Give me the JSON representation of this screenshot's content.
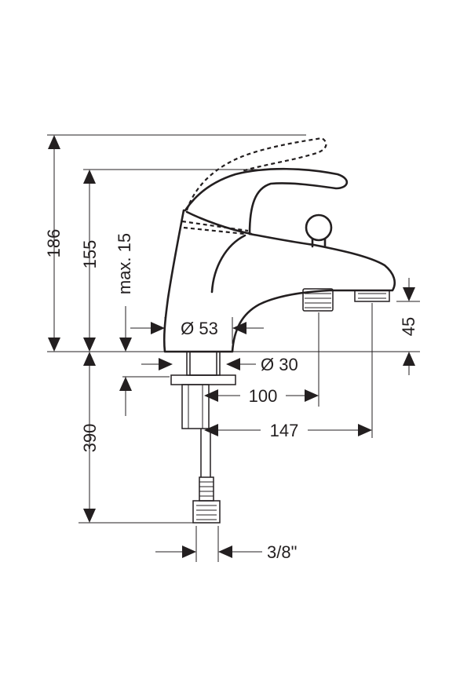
{
  "dimensions": {
    "height_total": "186",
    "height_spout": "155",
    "max_height": "max. 15",
    "dia_base": "Ø 53",
    "dia_shank": "Ø 30",
    "spout_height": "45",
    "reach_100": "100",
    "reach_147": "147",
    "hose_length": "390",
    "connection": "3/8\""
  }
}
